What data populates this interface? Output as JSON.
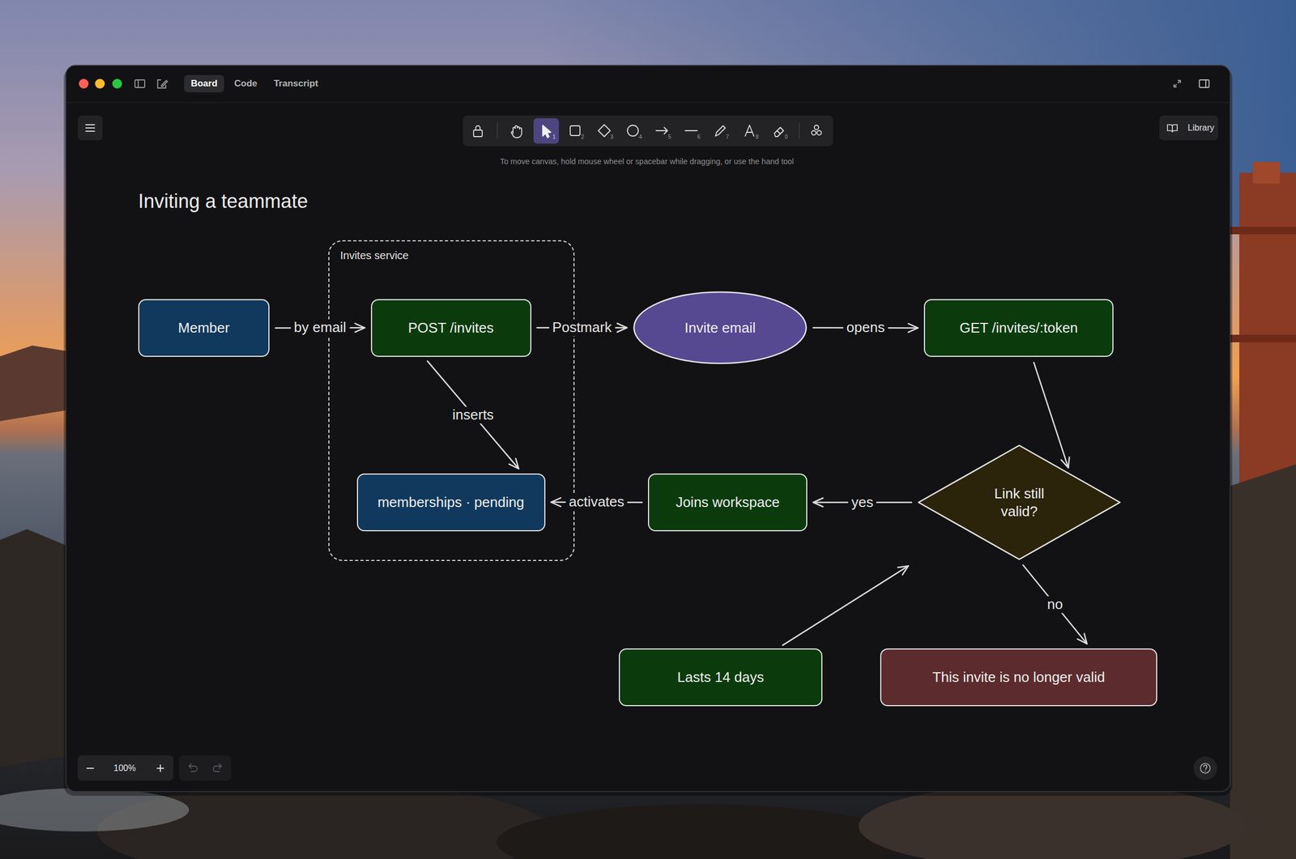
{
  "diagram": {
    "title": "Inviting a teammate",
    "nodes": [
      {
        "text": [
          "Member"
        ]
      },
      {
        "text": [
          "Invites service"
        ]
      },
      {
        "text": [
          "POST /invites"
        ],
        "in": 1
      },
      {
        "text": [
          "Invite email"
        ]
      },
      {
        "text": [
          "GET /invites/:token"
        ]
      },
      {
        "text": [
          "memberships · pending"
        ],
        "in": 1
      },
      {
        "text": [
          "Joins workspace"
        ]
      },
      {
        "text": [
          "Link still valid?"
        ]
      },
      {
        "text": [
          "Lasts 14 days"
        ]
      },
      {
        "text": [
          "This invite is no longer valid"
        ]
      }
    ],
    "edges": [
      {
        "from": 0,
        "to": 2,
        "arrow": "to",
        "label": "by email"
      },
      {
        "from": 2,
        "to": 3,
        "arrow": "to",
        "label": "Postmark"
      },
      {
        "from": 3,
        "to": 4,
        "arrow": "to",
        "label": "opens"
      },
      {
        "from": 4,
        "to": 7,
        "arrow": "to"
      },
      {
        "from": 7,
        "to": 6,
        "arrow": "to",
        "label": "yes"
      },
      {
        "from": 6,
        "to": 5,
        "arrow": "to",
        "label": "activates"
      },
      {
        "from": 2,
        "to": 5,
        "arrow": "to",
        "label": "inserts"
      },
      {
        "from": 7,
        "to": 9,
        "arrow": "to",
        "label": "no"
      },
      {
        "from": 8,
        "to": 7,
        "arrow": "to"
      }
    ],
    "labels": [
      "Board",
      "Code",
      "Transcript",
      "To move canvas, hold mouse wheel or spacebar while dragging, or use the hand tool",
      "Library",
      "100%",
      "1",
      "2",
      "3",
      "4",
      "5",
      "6",
      "7",
      "8",
      "0"
    ]
  }
}
